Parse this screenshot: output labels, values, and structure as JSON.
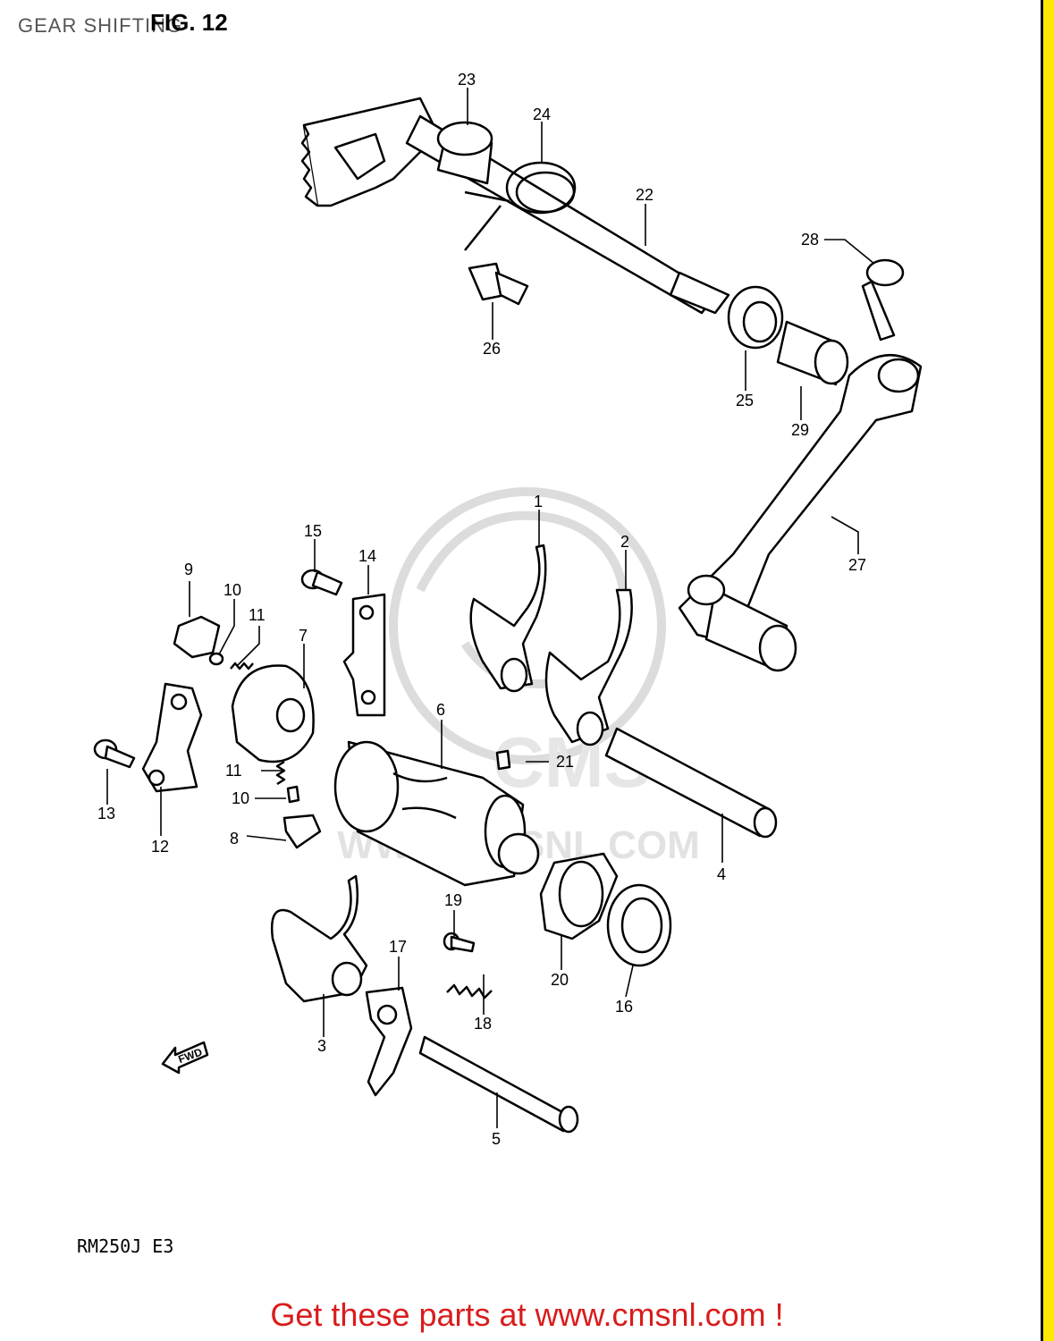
{
  "header": {
    "title": "GEAR SHIFTING",
    "figure": "FIG. 12"
  },
  "footer": {
    "model": "RM250J E3",
    "promo": "Get these parts at www.cmsnl.com !"
  },
  "fwd_label": "FWD",
  "watermark": {
    "text": "WWW.CMSNL.COM",
    "logo": "CMS"
  },
  "callouts": [
    "1",
    "2",
    "3",
    "4",
    "5",
    "6",
    "7",
    "8",
    "9",
    "10",
    "11",
    "12",
    "13",
    "14",
    "15",
    "16",
    "17",
    "18",
    "19",
    "20",
    "21",
    "22",
    "23",
    "24",
    "25",
    "26",
    "27",
    "28",
    "29",
    "10",
    "11"
  ],
  "colors": {
    "promo": "#d91c1c",
    "edge": "#fde800",
    "watermark": "#d9d9d9"
  }
}
